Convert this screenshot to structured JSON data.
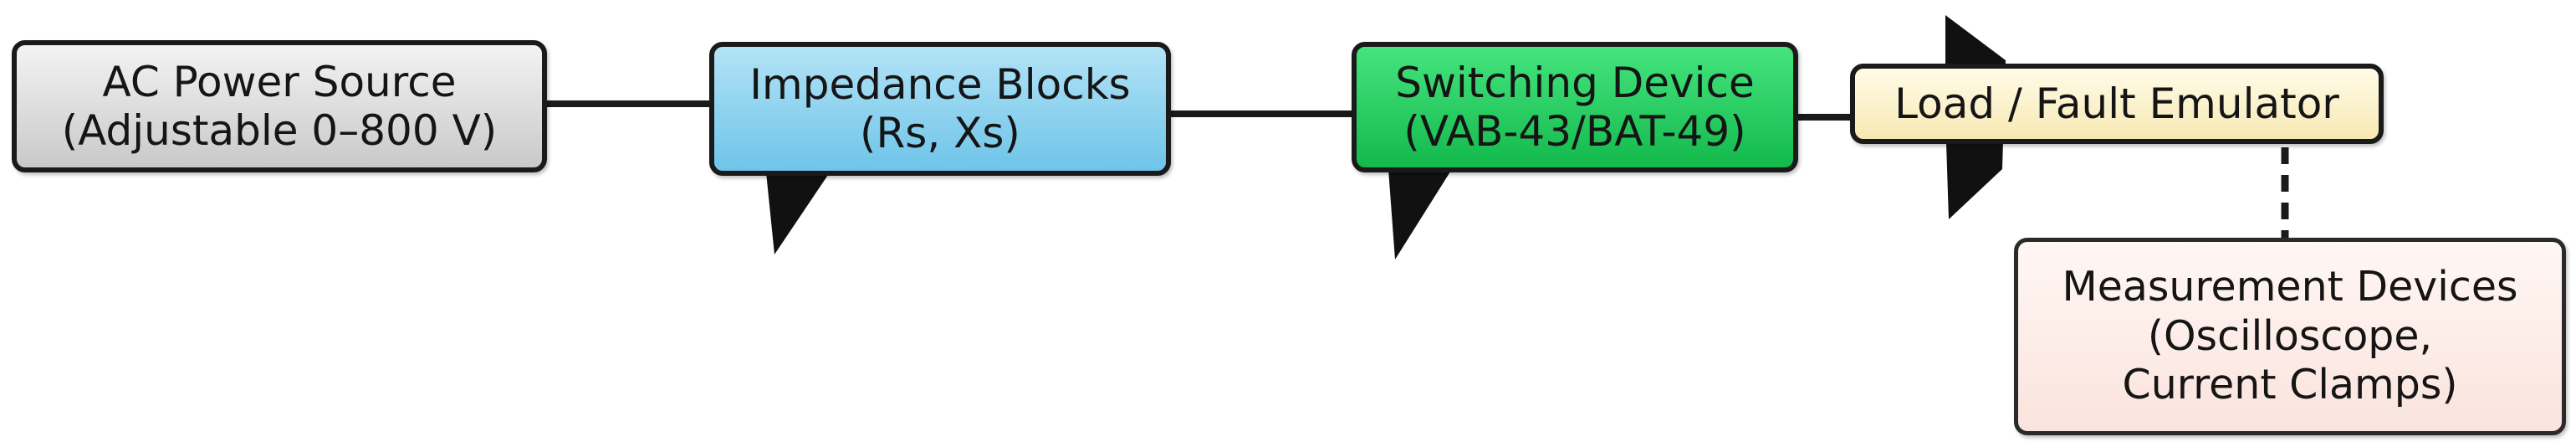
{
  "diagram": {
    "blocks": {
      "ac_source": {
        "line1": "AC Power Source",
        "line2": "(Adjustable 0–800 V)"
      },
      "impedance": {
        "line1": "Impedance Blocks",
        "line2": "(Rs, Xs)"
      },
      "switching": {
        "line1": "Switching Device",
        "line2": "(VAB-43/BAT-49)"
      },
      "load": {
        "line1": "Load / Fault Emulator"
      },
      "measurement": {
        "line1": "Measurement Devices",
        "line2": "(Oscilloscope,",
        "line3": "Current Clamps)"
      }
    },
    "colors": {
      "ac_source_fill": "#d9d9d9",
      "impedance_fill": "#8fd4f0",
      "switching_fill": "#22cc5e",
      "load_fill": "#fbf1c8",
      "measurement_fill": "#fcebe5",
      "line": "#1a1a1a"
    },
    "connections": [
      {
        "from": "ac_source",
        "to": "impedance",
        "style": "solid"
      },
      {
        "from": "impedance",
        "to": "switching",
        "style": "solid"
      },
      {
        "from": "switching",
        "to": "load",
        "style": "solid"
      },
      {
        "from": "load",
        "to": "measurement",
        "style": "dashed"
      }
    ]
  }
}
